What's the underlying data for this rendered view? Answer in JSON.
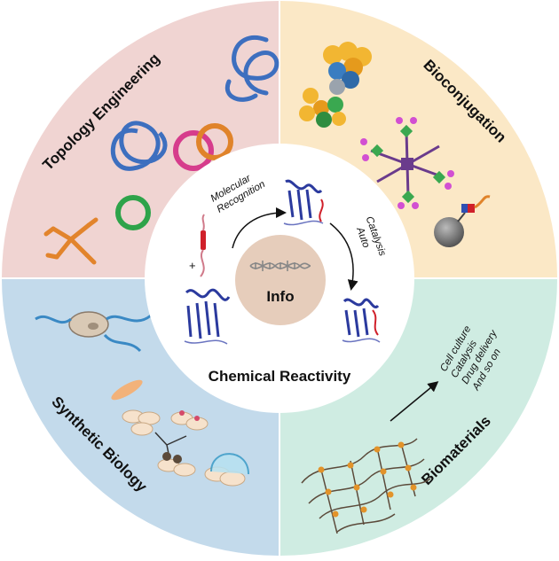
{
  "quadrants": {
    "topology": {
      "title": "Topology Engineering",
      "color": "#f0d4d2"
    },
    "bioconjugation": {
      "title": "Bioconjugation",
      "color": "#fbe8c6"
    },
    "synthetic_biology": {
      "title": "Synthetic Biology",
      "color": "#c3daeb"
    },
    "biomaterials": {
      "title": "Biomaterials",
      "color": "#cfece2"
    }
  },
  "center": {
    "info_label": "Info",
    "ring_label": "Chemical Reactivity",
    "step1_line1": "Molecular",
    "step1_line2": "Recognition",
    "step2_line1": "Auto",
    "step2_line2": "Catalysis",
    "plus": "+"
  },
  "biomaterials_list": [
    "Cell culture",
    "Catalysis",
    "Drug delivery",
    "And so on"
  ],
  "colors": {
    "info_circle": "#e6cdbb",
    "protein_blue": "#2b3a9e",
    "peptide_red": "#d0202a"
  }
}
